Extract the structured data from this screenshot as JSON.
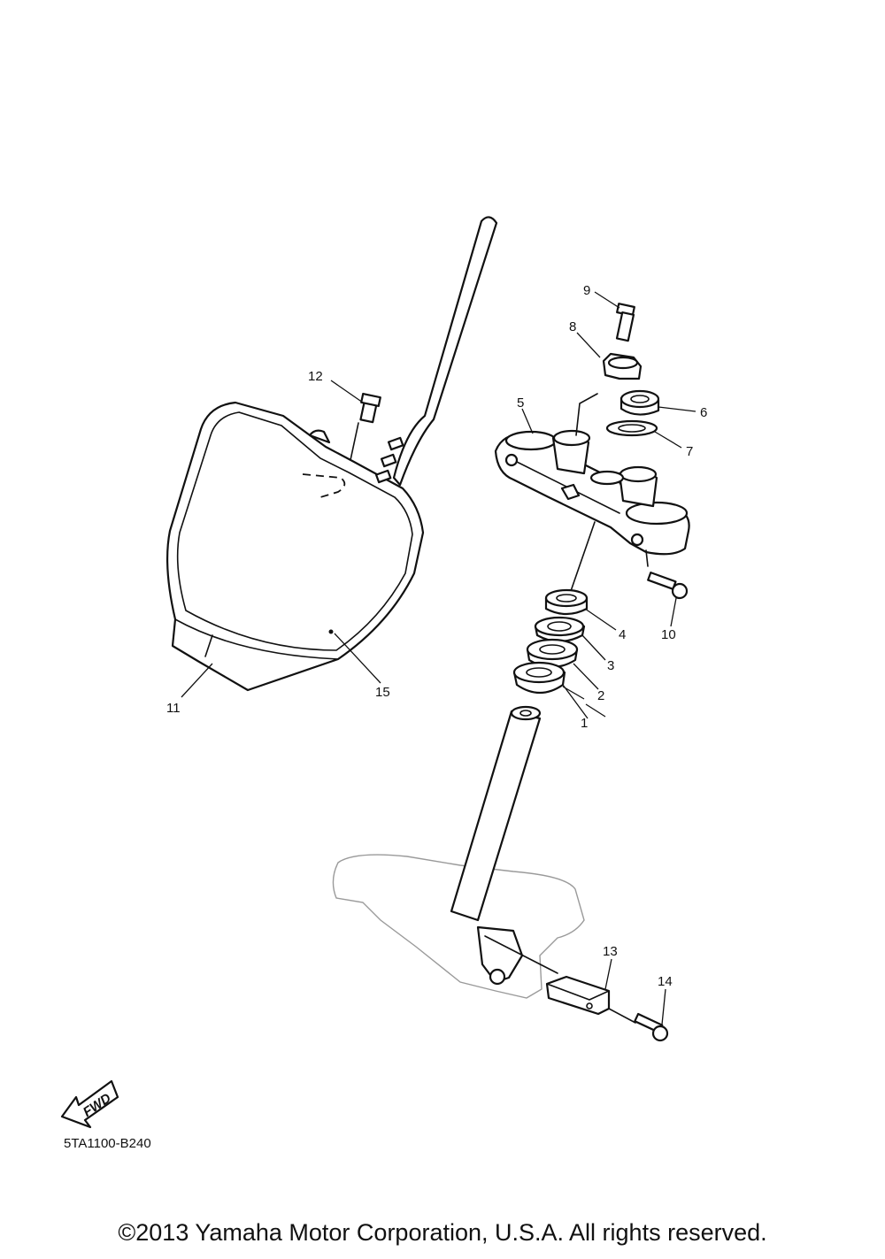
{
  "diagram": {
    "callouts": [
      {
        "id": "1",
        "label": "1"
      },
      {
        "id": "2",
        "label": "2"
      },
      {
        "id": "3",
        "label": "3"
      },
      {
        "id": "4",
        "label": "4"
      },
      {
        "id": "5",
        "label": "5"
      },
      {
        "id": "6",
        "label": "6"
      },
      {
        "id": "7",
        "label": "7"
      },
      {
        "id": "8",
        "label": "8"
      },
      {
        "id": "9",
        "label": "9"
      },
      {
        "id": "10",
        "label": "10"
      },
      {
        "id": "11",
        "label": "11"
      },
      {
        "id": "12",
        "label": "12"
      },
      {
        "id": "13",
        "label": "13"
      },
      {
        "id": "14",
        "label": "14"
      },
      {
        "id": "15",
        "label": "15"
      }
    ],
    "fwd_label": "FWD",
    "code": "5TA1100-B240"
  },
  "footer": {
    "copyright": "©2013 Yamaha Motor Corporation, U.S.A. All rights reserved."
  }
}
